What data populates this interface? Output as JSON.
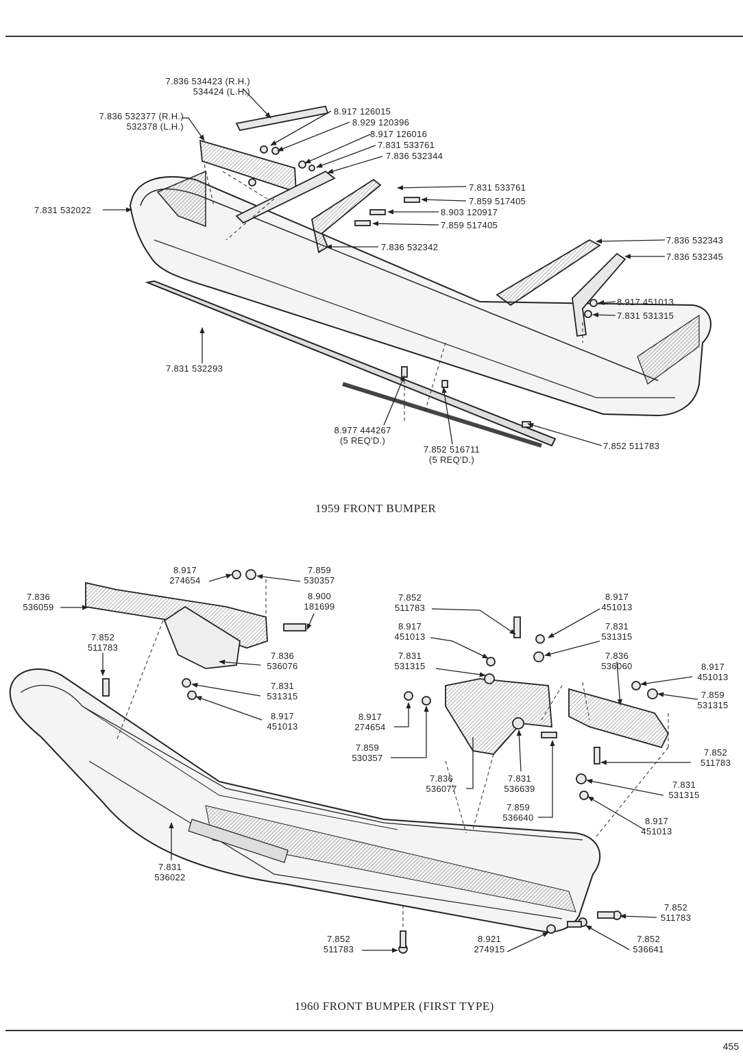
{
  "diagram_1959": {
    "title": "1959 FRONT BUMPER",
    "labels": {
      "l01": "7.836 534423 (R.H.)\n534424 (L.H.)",
      "l02": "7.836 532377 (R.H.)\n532378 (L.H.)",
      "l03": "8.917 126015",
      "l04": "8.929 120396",
      "l05": "8.917 126016",
      "l06": "7.831 533761",
      "l07": "7.836 532344",
      "l08": "7.831 533761",
      "l09": "7.859 517405",
      "l10": "8.903 120917",
      "l11": "7.859 517405",
      "l12": "7.836 532342",
      "l13": "7.831 532022",
      "l14": "7.836 532343",
      "l15": "7.836 532345",
      "l16": "8.917 451013",
      "l17": "7.831 531315",
      "l18": "7.831 532293",
      "l19": "8.977 444267\n(5 REQ'D.)",
      "l20": "7.852 516711\n(5 REQ'D.)",
      "l21": "7.852 511783"
    }
  },
  "diagram_1960": {
    "title": "1960 FRONT BUMPER (FIRST TYPE)",
    "labels": {
      "m01": "8.917\n274654",
      "m02": "7.859\n530357",
      "m03": "8.900\n181699",
      "m04": "7.836\n536059",
      "m05": "7.852\n511783",
      "m06": "7.836\n536076",
      "m07": "7.831\n531315",
      "m08": "8.917\n451013",
      "m09": "7.852\n511783",
      "m10": "8.917\n451013",
      "m11": "7.831\n531315",
      "m12": "8.917\n451013",
      "m13": "7.831\n531315",
      "m14": "7.836\n536060",
      "m15": "8.917\n451013",
      "m16": "7.859\n531315",
      "m17": "8.917\n274654",
      "m18": "7.859\n530357",
      "m19": "7.836\n536077",
      "m20": "7.831\n536639",
      "m21": "7.859\n536640",
      "m22": "7.852\n511783",
      "m23": "7.831\n531315",
      "m24": "8.917\n451013",
      "m25": "7.831\n536022",
      "m26": "7.852\n511783",
      "m27": "8.921\n274915",
      "m28": "7.852\n511783",
      "m29": "7.852\n536641"
    }
  },
  "page_number": "455"
}
